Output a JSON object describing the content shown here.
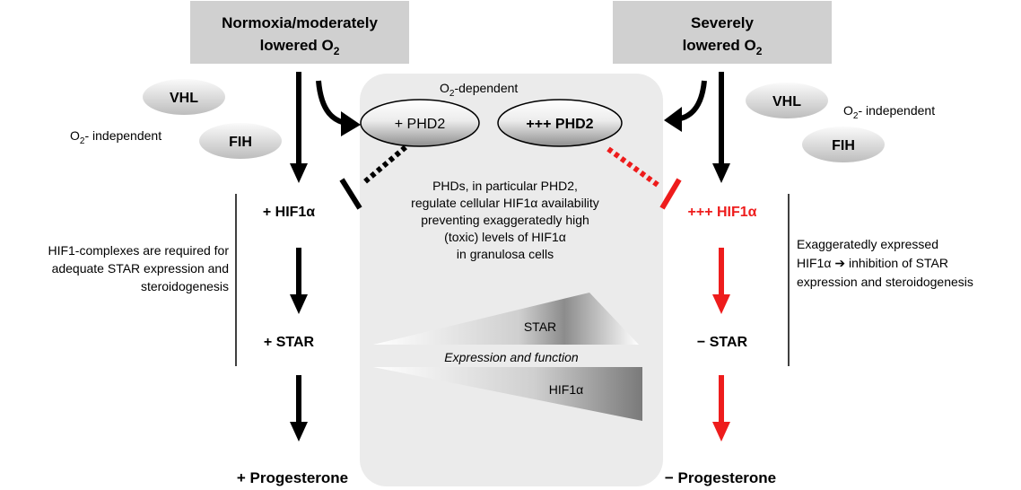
{
  "left_condition": {
    "line1": "Normoxia/moderately",
    "line2_prefix": "lowered O",
    "line2_sub": "2"
  },
  "right_condition": {
    "line1": "Severely",
    "line2_prefix": "lowered O",
    "line2_sub": "2"
  },
  "ellipses": {
    "vhl": "VHL",
    "fih": "FIH",
    "phd2_low": "+ PHD2",
    "phd2_high": "+++ PHD2"
  },
  "o2_dependent": {
    "prefix": "O",
    "sub": "2",
    "suffix": "-dependent"
  },
  "o2_independent": {
    "prefix": "O",
    "sub": "2",
    "suffix": "- independent"
  },
  "center_text": [
    "PHDs, in particular PHD2,",
    "regulate cellular HIF1α availability",
    "preventing exaggeratedly high",
    "(toxic) levels of HIF1α",
    "in granulosa cells"
  ],
  "wedges": {
    "star": "STAR",
    "caption": "Expression and function",
    "hif": "HIF1α"
  },
  "left_chain": {
    "hif": "+ HIF1α",
    "star": "+ STAR",
    "progesterone": "+ Progesterone"
  },
  "right_chain": {
    "hif": "+++ HIF1α",
    "star": "− STAR",
    "progesterone": "− Progesterone"
  },
  "left_note": [
    "HIF1-complexes are required for",
    "adequate STAR expression and",
    "steroidogenesis"
  ],
  "right_note_l1": "Exaggeratedly expressed",
  "right_note_l2_a": "HIF1α ",
  "right_note_l2_arrow": "➔",
  "right_note_l2_b": " inhibition of STAR",
  "right_note_l3": "expression and steroidogenesis",
  "colors": {
    "highlight": "#ee1c1c",
    "box": "#d0d0d0",
    "panel": "#ebebeb"
  }
}
